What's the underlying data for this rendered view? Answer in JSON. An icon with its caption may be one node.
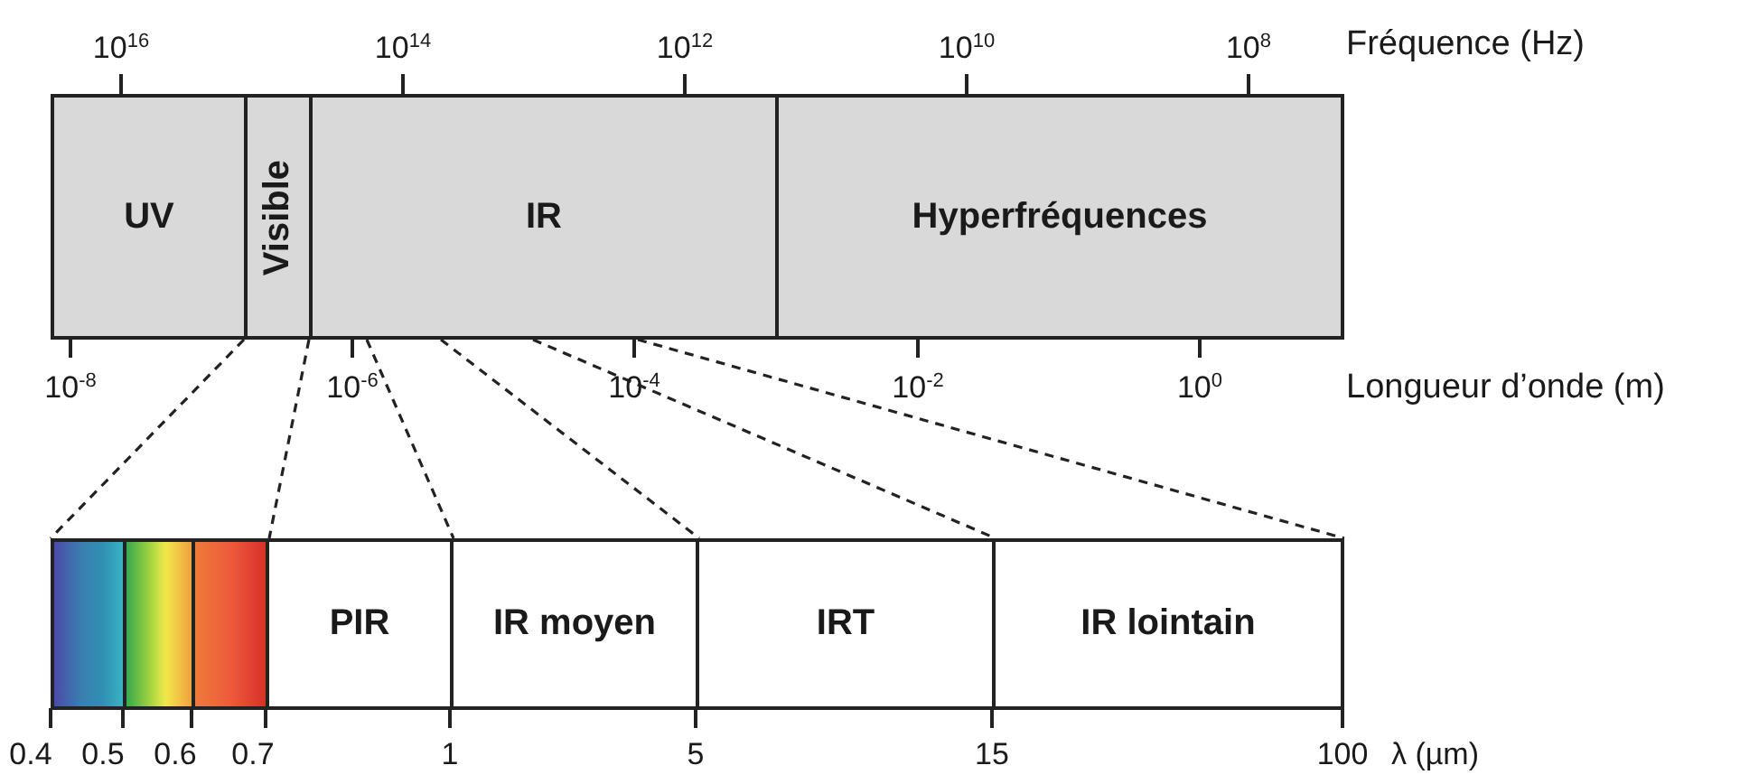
{
  "diagram": {
    "nodes": [
      {
        "text": [
          "UV"
        ]
      },
      {
        "text": [
          "Visible"
        ]
      },
      {
        "text": [
          "IR"
        ]
      },
      {
        "text": [
          "Hyperfréquences"
        ]
      },
      {
        "text": [],
        "shape": "box"
      },
      {
        "text": [],
        "shape": "box"
      },
      {
        "text": [],
        "shape": "box"
      },
      {
        "text": [
          "PIR"
        ]
      },
      {
        "text": [
          "IR moyen"
        ]
      },
      {
        "text": [
          "IRT"
        ]
      },
      {
        "text": [
          "IR lointain"
        ]
      }
    ],
    "edges": [
      {
        "from": 1,
        "to": 4,
        "arrow": "none",
        "style": "dashed"
      },
      {
        "from": 1,
        "to": 6,
        "arrow": "none",
        "style": "dashed"
      },
      {
        "from": 2,
        "to": 7,
        "arrow": "none",
        "style": "dashed"
      },
      {
        "from": 2,
        "to": 8,
        "arrow": "none",
        "style": "dashed"
      },
      {
        "from": 2,
        "to": 9,
        "arrow": "none",
        "style": "dashed"
      },
      {
        "from": 2,
        "to": 10,
        "arrow": "none",
        "style": "dashed"
      }
    ],
    "labels": [
      "10$^{16}$",
      "10$^{14}$",
      "10$^{12}$",
      "10$^{10}$",
      "10$^{8}$",
      "Fréquence (Hz)",
      "10$^{-8}$",
      "10$^{-6}$",
      "10$^{-4}$",
      "10$^{-2}$",
      "10$^{0}$",
      "Longueur d’onde (m)",
      "0.4",
      "0.5",
      "0.6",
      "0.7",
      "1",
      "5",
      "15",
      "100",
      "λ (µm)"
    ]
  }
}
